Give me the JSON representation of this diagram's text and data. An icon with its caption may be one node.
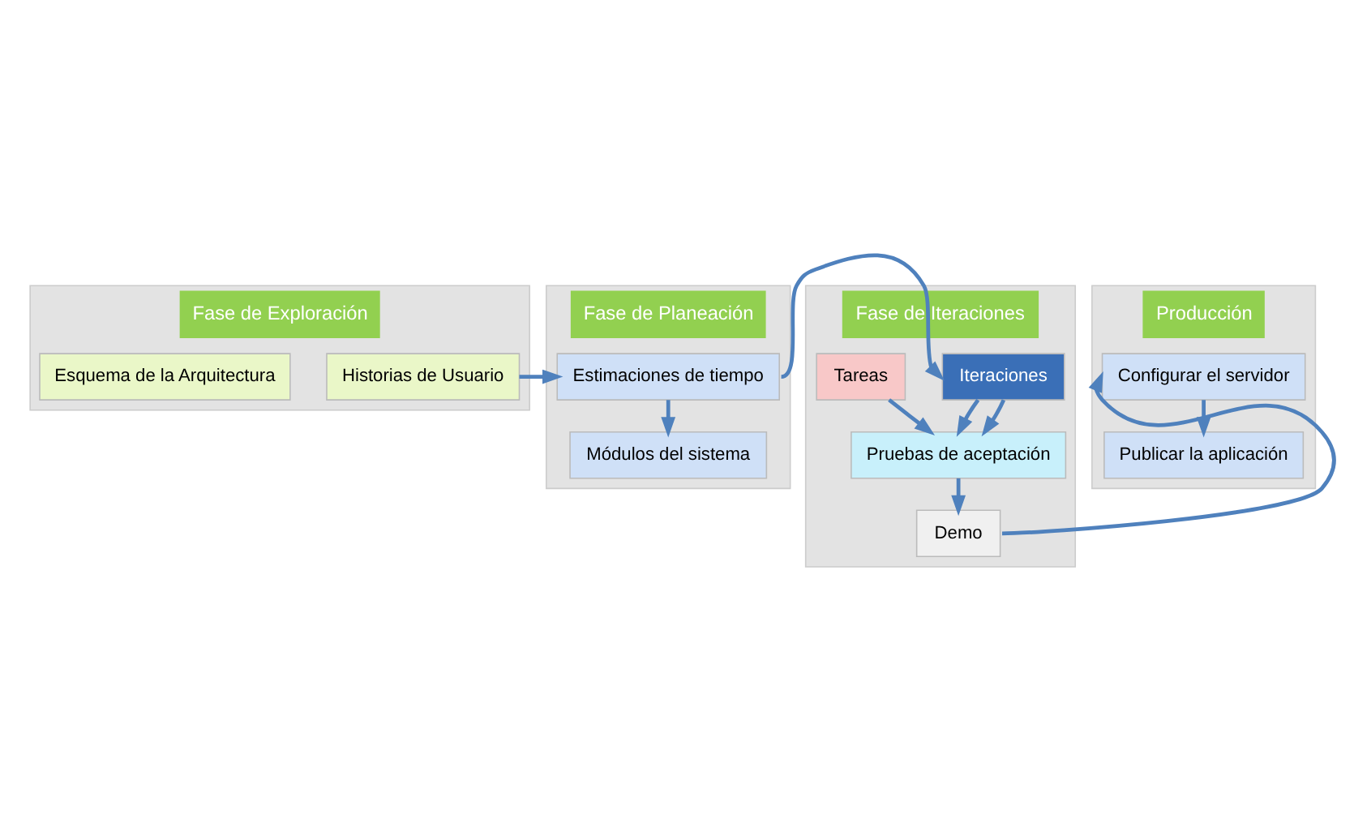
{
  "diagram": {
    "nodes": [
      {
        "text": [
          "Fase de Exploración"
        ]
      },
      {
        "text": [
          "Historias de Usuario"
        ],
        "in": 0
      },
      {
        "text": [
          "Esquema de la Arquitectura"
        ],
        "in": 0
      },
      {
        "text": [
          "Fase de Planeación"
        ]
      },
      {
        "text": [
          "Estimaciones de tiempo"
        ],
        "in": 3
      },
      {
        "text": [
          "Módulos del sistema"
        ],
        "in": 3
      },
      {
        "text": [
          "Fase de Iteraciones"
        ]
      },
      {
        "text": [
          "Iteraciones"
        ],
        "in": 6
      },
      {
        "text": [
          "Tareas"
        ],
        "in": 6
      },
      {
        "text": [
          "Pruebas de aceptación"
        ],
        "in": 6
      },
      {
        "text": [
          "Demo"
        ],
        "in": 6
      },
      {
        "text": [
          "Producción"
        ]
      },
      {
        "text": [
          "Configurar el servidor"
        ],
        "in": 11
      },
      {
        "text": [
          "Publicar la aplicación"
        ],
        "in": 11
      }
    ],
    "edges": [
      {
        "from": 1,
        "to": 4,
        "arrow": "to"
      },
      {
        "from": 4,
        "to": 5,
        "arrow": "to"
      },
      {
        "from": 4,
        "to": 7,
        "arrow": "to"
      },
      {
        "from": 7,
        "to": 9,
        "arrow": "to"
      },
      {
        "from": 8,
        "to": 9,
        "arrow": "to"
      },
      {
        "from": 7,
        "to": 9,
        "arrow": "to"
      },
      {
        "from": 9,
        "to": 10,
        "arrow": "to"
      },
      {
        "from": 10,
        "to": 12,
        "arrow": "to"
      },
      {
        "from": 12,
        "to": 13,
        "arrow": "to"
      }
    ]
  }
}
